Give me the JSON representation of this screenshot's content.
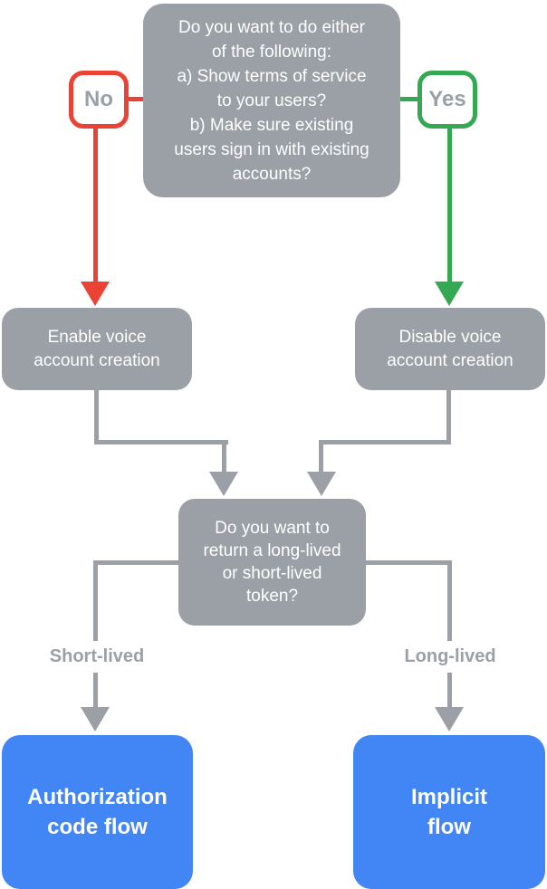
{
  "colors": {
    "node_gray": "#9AA0A6",
    "terminal_blue": "#4285F4",
    "no_red": "#EA4335",
    "yes_green": "#34A853",
    "label_gray": "#9AA0A6",
    "node_text": "#FFFFFF"
  },
  "flowchart": {
    "question_top": {
      "text": "Do you want to do either\nof the following:\na) Show terms of service\nto your users?\nb) Make sure existing\nusers sign in with existing\naccounts?"
    },
    "no_badge": {
      "label": "No"
    },
    "yes_badge": {
      "label": "Yes"
    },
    "enable_node": {
      "text": "Enable voice\naccount creation"
    },
    "disable_node": {
      "text": "Disable voice\naccount creation"
    },
    "question_token": {
      "text": "Do you want to\nreturn a long-lived\nor short-lived\ntoken?"
    },
    "short_lived_label": {
      "text": "Short-lived"
    },
    "long_lived_label": {
      "text": "Long-lived"
    },
    "auth_code_node": {
      "text": "Authorization\ncode flow"
    },
    "implicit_node": {
      "text": "Implicit\nflow"
    }
  }
}
